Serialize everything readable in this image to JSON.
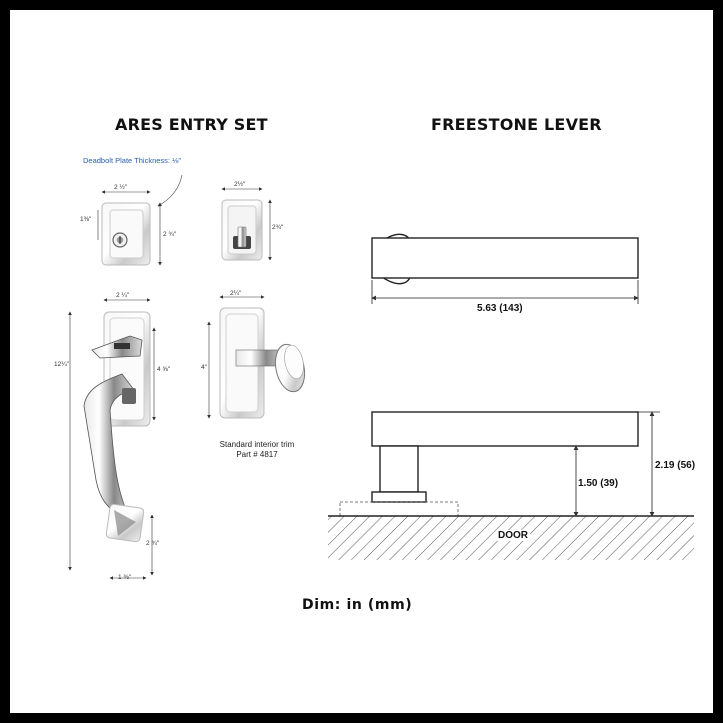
{
  "ares": {
    "title": "ARES ENTRY SET",
    "deadbolt_note": "Deadbolt Plate Thickness: ⅛\"",
    "deadbolt_width": "2 ½\"",
    "deadbolt_height": "2 ¾\"",
    "cylinder_offset": "1⅜\"",
    "thumbturn_width": "2½\"",
    "thumbturn_height": "2¾\"",
    "handle_plate_width": "2 ¼\"",
    "handle_total_height": "12¼\"",
    "handle_plate_height": "4 ⅝\"",
    "handle_bottom_height": "2 ¾\"",
    "handle_bottom_width": "1 ⅜\"",
    "knob_plate_width": "2¼\"",
    "knob_plate_height": "4\"",
    "trim_line1": "Standard interior trim",
    "trim_line2": "Part # 4817"
  },
  "freestone": {
    "title": "FREESTONE LEVER",
    "length": "5.63 (143)",
    "projection": "1.50 (39)",
    "total_projection": "2.19 (56)",
    "door_label": "DOOR"
  },
  "footer": {
    "units": "Dim: in (mm)"
  }
}
